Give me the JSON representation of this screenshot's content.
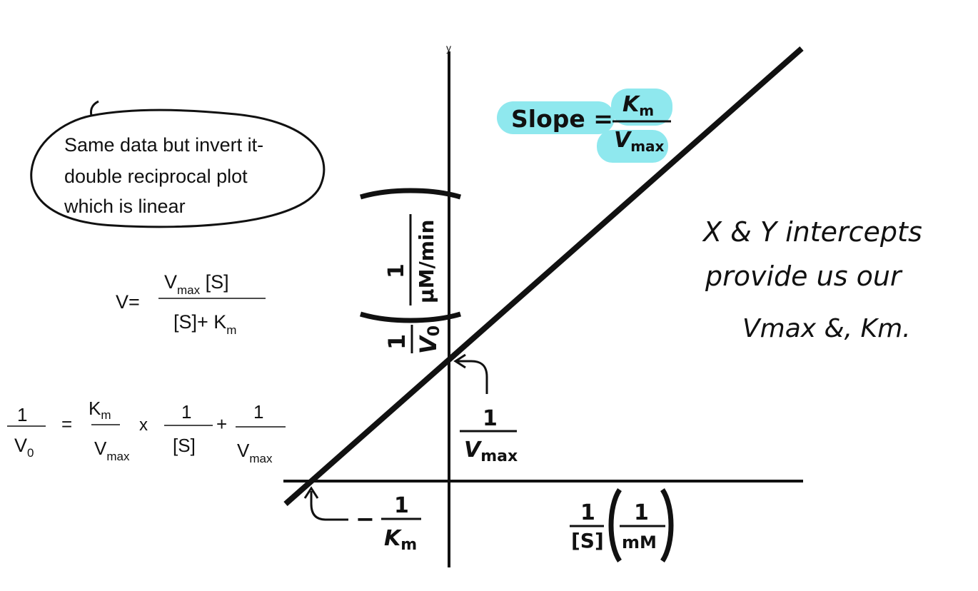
{
  "highlight_color": "#8fe8ee",
  "ink_color": "#111111",
  "axis": {
    "y_tick": "y"
  },
  "callout": {
    "line1": "Same data but invert it-",
    "line2": "double reciprocal plot",
    "line3": "which is linear"
  },
  "mm_equation": {
    "lhs": "V=",
    "num_v": "V",
    "num_sub": "max",
    "num_s": " [S]",
    "den_s": "[S]+ K",
    "den_sub": "m"
  },
  "lb_equation": {
    "lhs_num": "1",
    "lhs_den": "V",
    "lhs_den_sub": "0",
    "equals": "=",
    "t1_num": "K",
    "t1_num_sub": "m",
    "t1_den": "V",
    "t1_den_sub": "max",
    "times": "x",
    "t2_num": "1",
    "t2_den": "[S]",
    "plus": "+",
    "t3_num": "1",
    "t3_den": "V",
    "t3_den_sub": "max"
  },
  "slope_label": {
    "word": "Slope =",
    "num": "K",
    "num_sub": "m",
    "den": "V",
    "den_sub": "max"
  },
  "y_axis_label": {
    "one": "1",
    "v0": "V",
    "v0_sub": "0",
    "unit_one": "1",
    "unit": "μM/min"
  },
  "y_intercept_label": {
    "num": "1",
    "den": "V",
    "den_sub": "max"
  },
  "x_intercept_label": {
    "minus": "−",
    "num": "1",
    "den": "K",
    "den_sub": "m"
  },
  "x_axis_label": {
    "one": "1",
    "s": "[S]",
    "unit_one": "1",
    "unit": "mM"
  },
  "handwritten_note": {
    "line1": "X & Y intercepts",
    "line2": "provide us our",
    "line3": "Vmax &, Km."
  }
}
